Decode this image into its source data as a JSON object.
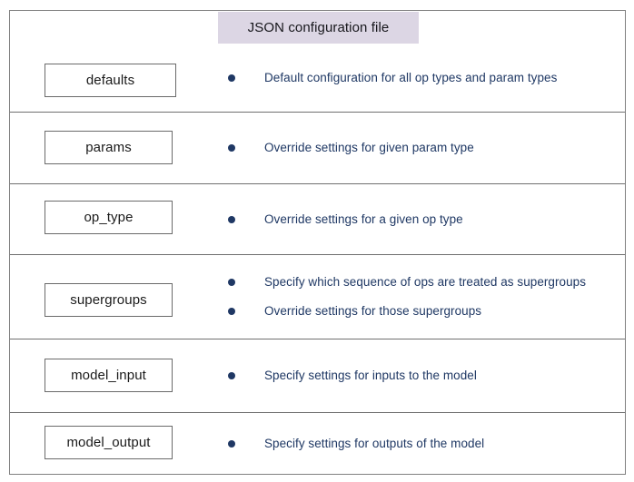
{
  "header": {
    "label": "JSON configuration file",
    "fill_color": "#DCD6E4",
    "text_color": "#17171c"
  },
  "colors": {
    "frame_border": "#808080",
    "row_divider": "#6f6f6f",
    "key_box_border": "#6a6a6a",
    "description_text": "#1F3864",
    "bullet": "#1F3864",
    "background": "#ffffff"
  },
  "rows": [
    {
      "key": "defaults",
      "bullets": [
        "Default configuration for all op types and param types"
      ]
    },
    {
      "key": "params",
      "bullets": [
        "Override settings for given param type"
      ]
    },
    {
      "key": "op_type",
      "bullets": [
        "Override settings for a given op type"
      ]
    },
    {
      "key": "supergroups",
      "bullets": [
        "Specify which sequence of ops are treated as supergroups",
        "Override settings for those supergroups"
      ]
    },
    {
      "key": "model_input",
      "bullets": [
        "Specify settings for inputs to the model"
      ]
    },
    {
      "key": "model_output",
      "bullets": [
        "Specify settings for outputs of the model"
      ]
    }
  ]
}
